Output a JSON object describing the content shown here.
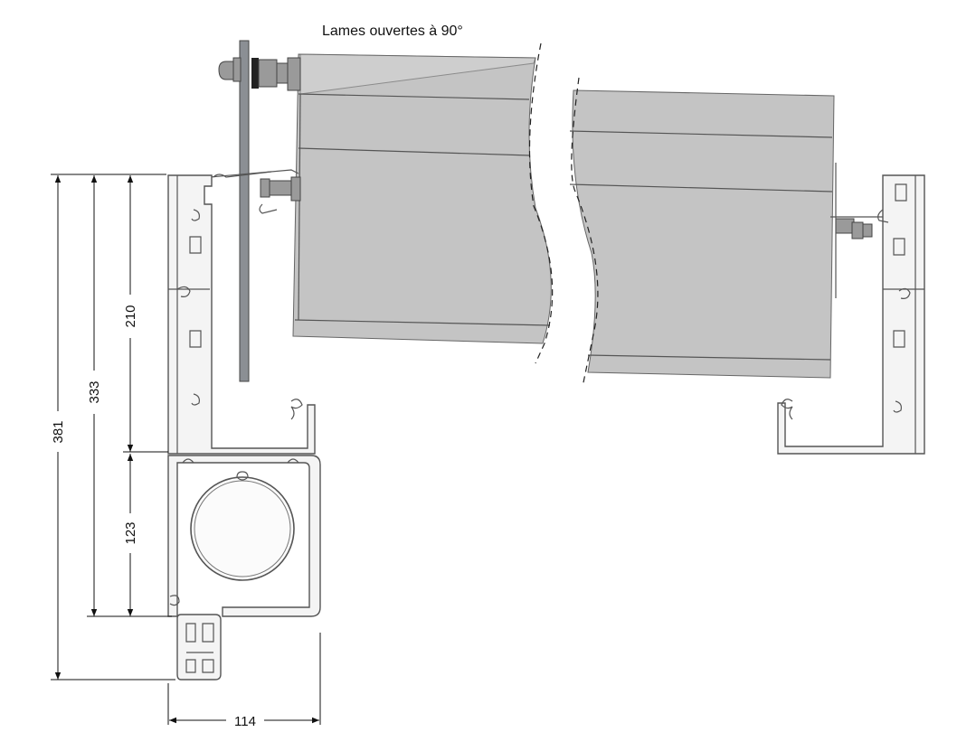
{
  "title": "Lames ouvertes à 90°",
  "dimensions": {
    "d381": "381",
    "d333": "333",
    "d210": "210",
    "d123": "123",
    "d114": "114"
  },
  "colors": {
    "slat": "#c4c4c4",
    "profile_stroke": "#555555",
    "dimension": "#111111"
  }
}
